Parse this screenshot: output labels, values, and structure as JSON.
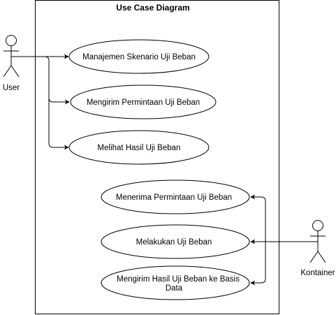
{
  "diagram": {
    "title": "Use Case Diagram",
    "actors": {
      "user": "User",
      "container": "Kontainer"
    },
    "use_cases": {
      "manage_scenario": "Manajemen Skenario Uji Beban",
      "send_request": "Mengirim Permintaan Uji Beban",
      "view_results": "Melihat Hasil Uji Beban",
      "receive_request": "Menerima Permintaan Uji Beban",
      "run_test": "Melakukan Uji Beban",
      "send_results_line1": "Mengirim Hasil Uji Beban ke Basis",
      "send_results_line2": "Data"
    }
  }
}
